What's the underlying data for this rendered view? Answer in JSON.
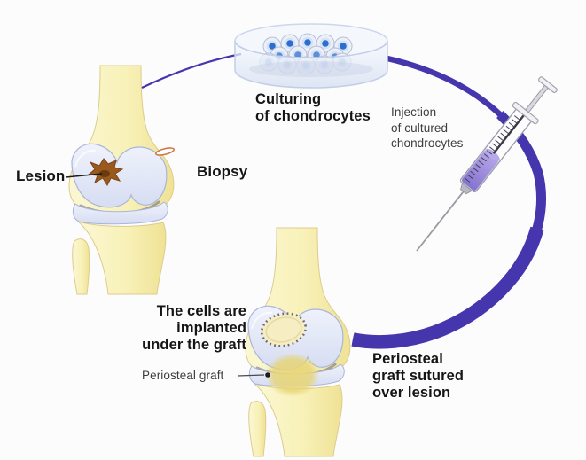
{
  "figure": {
    "subject": "autologous-chondrocyte-implantation-process",
    "labels": {
      "lesion": {
        "text": "Lesion"
      },
      "biopsy": {
        "text": "Biopsy"
      },
      "culturing": {
        "lines": [
          "Culturing",
          "of chondrocytes"
        ]
      },
      "injection": {
        "lines": [
          "Injection",
          "of cultured",
          "chondrocytes"
        ]
      },
      "implanted": {
        "lines": [
          "The cells are",
          "implanted",
          "under the graft"
        ]
      },
      "periosteal_graft": {
        "text": "Periosteal graft"
      },
      "sutured": {
        "lines": [
          "Periosteal",
          "graft sutured",
          "over lesion"
        ]
      }
    },
    "illustrations": {
      "knee_top": "knee-joint-with-cartilage-lesion-and-biopsy-incision",
      "petri_dish": "petri-dish-with-cultured-chondrocyte-cells",
      "syringe": "syringe-with-cultured-cell-suspension",
      "knee_bottom": "knee-joint-with-periosteal-graft-sutured-over-lesion",
      "arrow": "circular-process-arrow"
    },
    "palette": {
      "arrow_purple": "#4636ad",
      "bone_yellow": "#f7f0b5",
      "cartilage_blue": "#e3e8f7",
      "lesion_brown": "#9a5a1e",
      "cell_blue": "#2a6fd0",
      "liquid_purple": "#9d8add",
      "text_dark": "#151515"
    }
  }
}
